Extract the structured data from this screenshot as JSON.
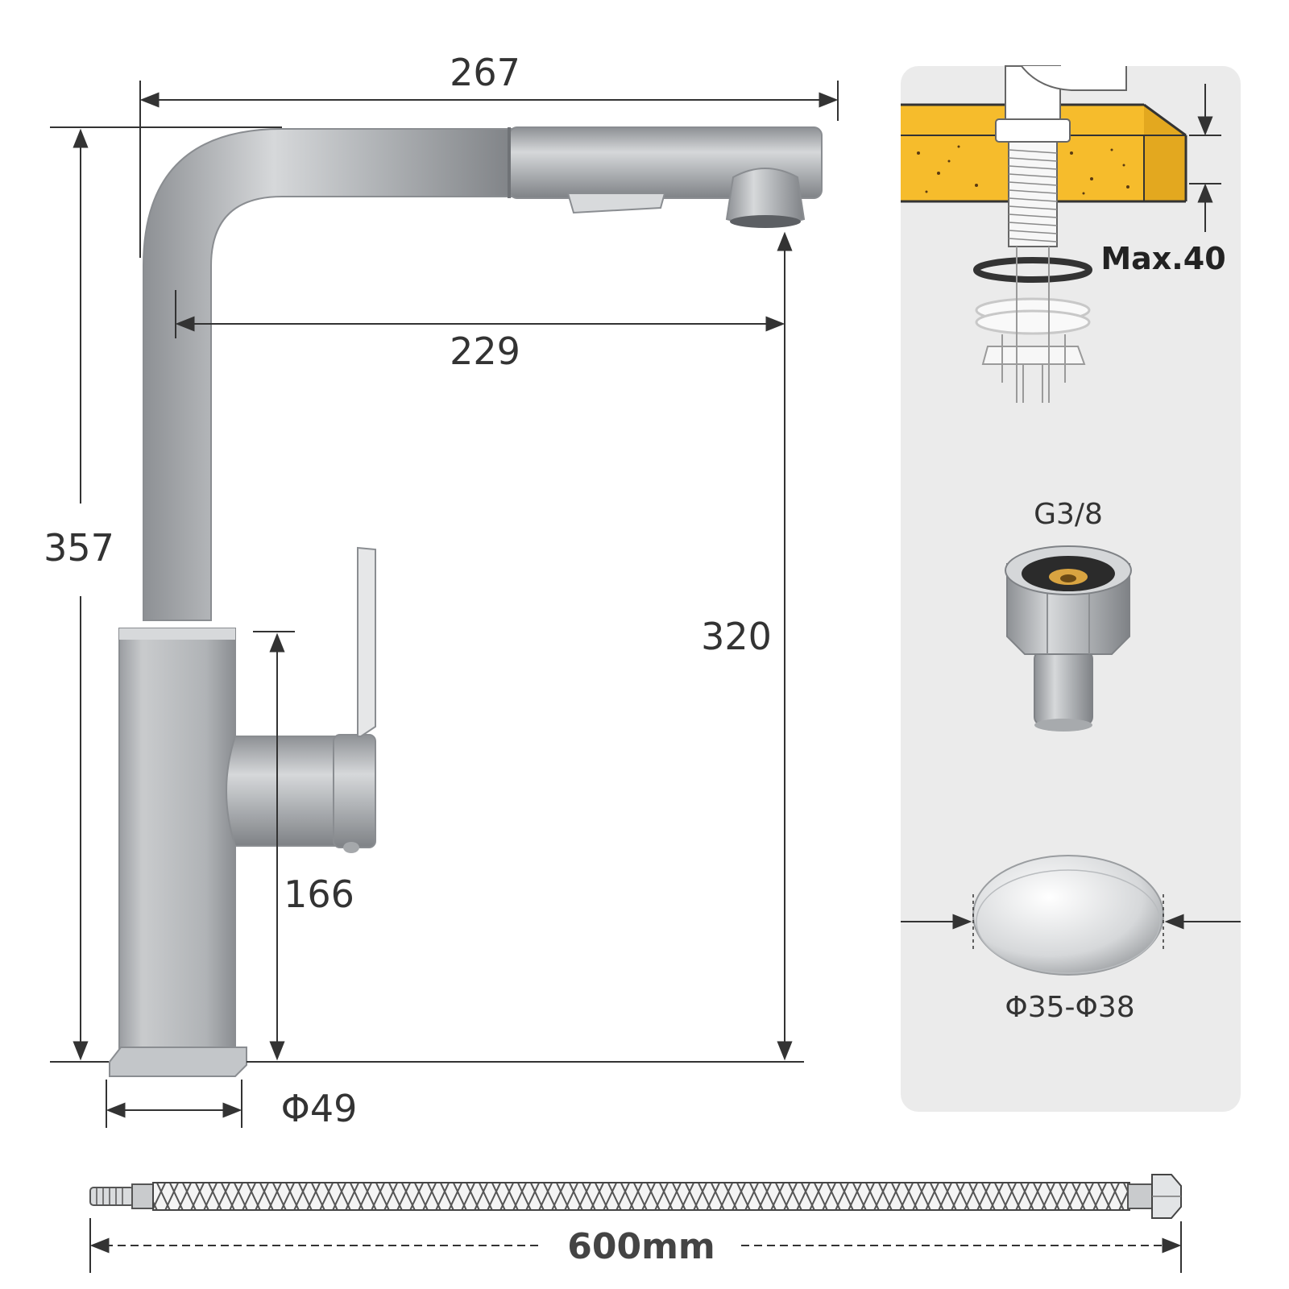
{
  "dimensions": {
    "width_total": "267",
    "height_total": "357",
    "reach": "229",
    "spout_height": "320",
    "handle_height": "166",
    "base_diameter": "Φ49"
  },
  "install_panel": {
    "max_thickness": "Max.40",
    "connector": "G3/8",
    "hole_diameter": "Φ35-Φ38"
  },
  "hose": {
    "length": "600mm"
  },
  "colors": {
    "panel_bg": "#ebebeb",
    "countertop": "#f6bc2c",
    "steel": "#b9bcbf",
    "brass": "#d9a441"
  }
}
